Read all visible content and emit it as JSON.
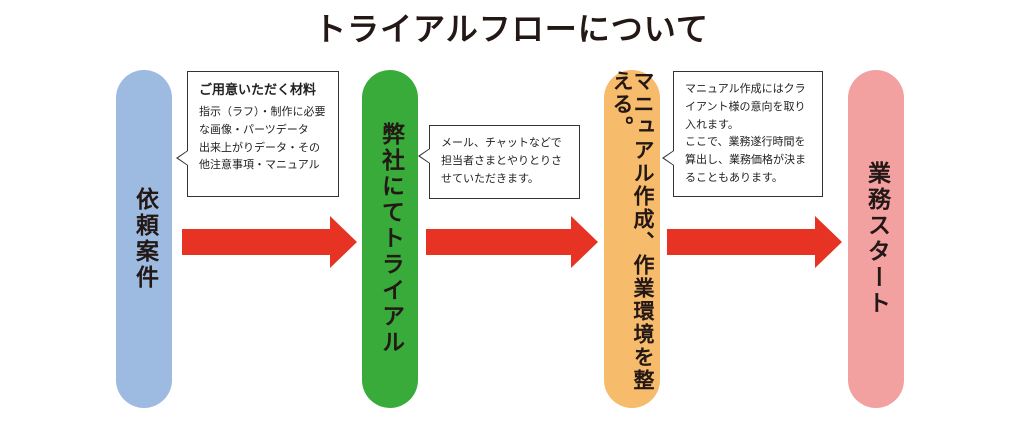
{
  "title": "トライアルフローについて",
  "steps": [
    {
      "label": "依頼案件",
      "color": "#9dbbe0"
    },
    {
      "label": "弊社にてトライアル",
      "color": "#39ab3a"
    },
    {
      "label": "マニュアル作成、作業環境を整える。",
      "color": "#f6bb6b"
    },
    {
      "label": "業務スタート",
      "color": "#f2a0a0"
    }
  ],
  "arrow_color": "#e63323",
  "callouts": [
    {
      "heading": "ご用意いただく材料",
      "lines": [
        "指示（ラフ）・制作に必要",
        "な画像・パーツデータ",
        "出来上がりデータ・その",
        "他注意事項・マニュアル"
      ]
    },
    {
      "lines": [
        "メール、チャットなどで",
        "担当者さまとやりとりさ",
        "せていただきます。"
      ]
    },
    {
      "lines": [
        "マニュアル作成にはクラ",
        "イアント様の意向を取り",
        "入れます。",
        "ここで、業務遂行時間を",
        "算出し、業務価格が決ま",
        "ることもあります。"
      ]
    }
  ]
}
